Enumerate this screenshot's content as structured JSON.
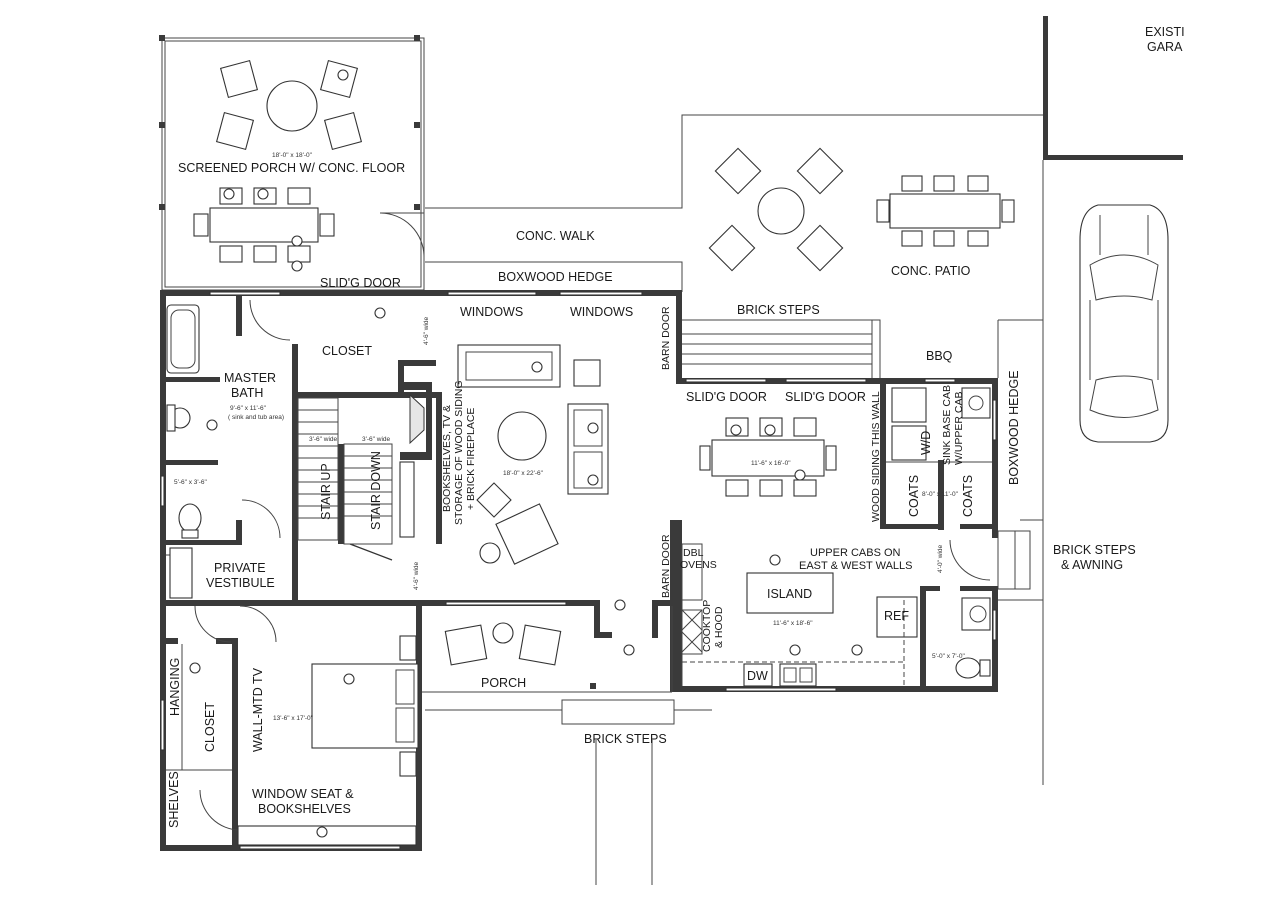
{
  "rooms": {
    "screened_porch": "SCREENED PORCH W/ CONC. FLOOR",
    "screened_porch_dim": "18'-0\" x 18'-0\"",
    "concrete_walk": "CONC. WALK",
    "boxwood_hedge": "BOXWOOD HEDGE",
    "concrete_patio": "CONC. PATIO",
    "existing_garage_1": "EXISTI",
    "existing_garage_2": "GARA",
    "brick_steps_top": "BRICK STEPS",
    "bbq": "BBQ",
    "slid_door_top": "SLID'G DOOR",
    "windows_1": "WINDOWS",
    "windows_2": "WINDOWS",
    "closet_upper": "CLOSET",
    "master_bath_1": "MASTER",
    "master_bath_2": "BATH",
    "master_bath_dim": "9'-6\" x 11'-6\"",
    "master_bath_note": "( sink and tub area)",
    "wc_dim": "5'-6\" x 3'-6\"",
    "stair_up": "STAIR UP",
    "stair_down": "STAIR DOWN",
    "stair_width_1": "3'-6\" wide",
    "stair_width_2": "3'-6\" wide",
    "hall_width_top": "4'-6\" wide",
    "hall_width_bottom": "4'-6\" wide",
    "fireplace_1": "BOOKSHELVES, TV &",
    "fireplace_2": "STORAGE OF WOOD SIDING",
    "fireplace_3": "+ BRICK FIREPLACE",
    "living_dim": "18'-0\" x 22'-6\"",
    "barn_door_upper": "BARN DOOR",
    "barn_door_lower": "BARN DOOR",
    "slid_door_kitchen_1": "SLID'G DOOR",
    "slid_door_kitchen_2": "SLID'G DOOR",
    "dining_dim": "11'-6\" x 16'-0\"",
    "wood_siding_wall": "WOOD SIDING THIS WALL",
    "wd": "W/D",
    "coats_1": "COATS",
    "coats_2": "COATS",
    "mud_dim": "8'-0\" x 11'-0\"",
    "sink_cab_1": "SINK BASE CAB",
    "sink_cab_2": "W/UPPER CAB",
    "boxwood_hedge_vertical": "BOXWOOD HEDGE",
    "brick_steps_awning_1": "BRICK STEPS",
    "brick_steps_awning_2": "& AWNING",
    "side_hall_width": "4'-0\" wide",
    "dbl_ovens_1": "DBL",
    "dbl_ovens_2": "OVENS",
    "upper_cabs_1": "UPPER CABS ON",
    "upper_cabs_2": "EAST & WEST WALLS",
    "island": "ISLAND",
    "ref": "REF",
    "kitchen_dim": "11'-6\" x 18'-6\"",
    "cooktop_1": "COOKTOP",
    "cooktop_2": "& HOOD",
    "dw": "DW",
    "powder_dim": "5'-0\" x 7'-0\"",
    "private_vestibule_1": "PRIVATE",
    "private_vestibule_2": "VESTIBULE",
    "porch": "PORCH",
    "brick_steps_front": "BRICK STEPS",
    "hanging": "HANGING",
    "closet_lower": "CLOSET",
    "shelves": "SHELVES",
    "wall_tv": "WALL-MTD TV",
    "bedroom_dim": "13'-6\" x 17'-0\"",
    "window_seat_1": "WINDOW SEAT &",
    "window_seat_2": "BOOKSHELVES"
  }
}
